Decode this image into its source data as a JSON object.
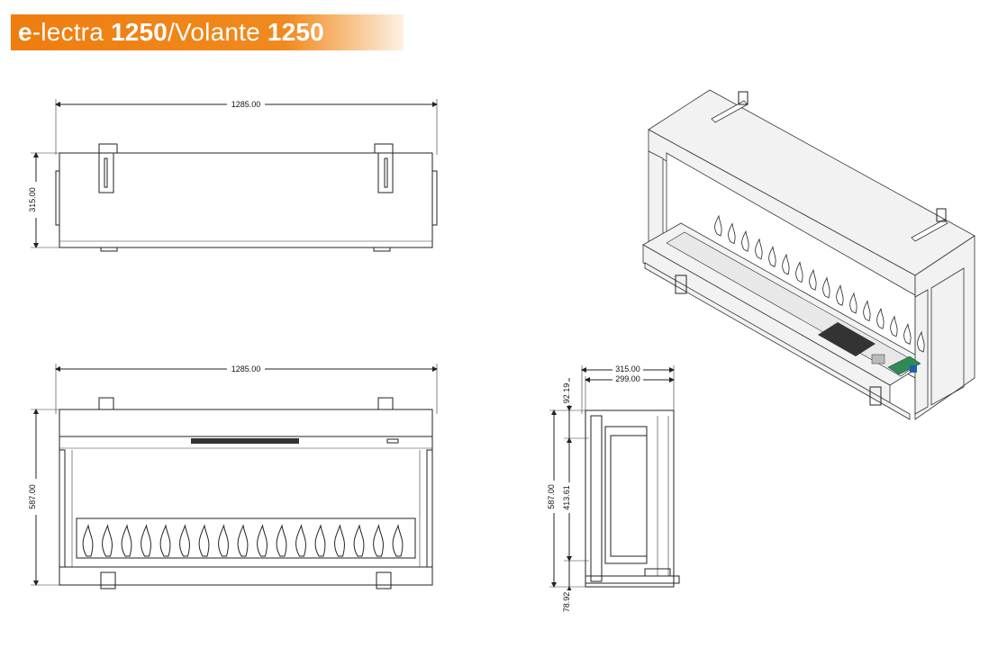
{
  "header": {
    "prefix_bold": "e",
    "prefix": "-lectra ",
    "model1": "1250",
    "separator": "/Volante ",
    "model2": "1250"
  },
  "top_view": {
    "width_label": "1285.00",
    "depth_label": "315.00"
  },
  "front_view": {
    "width_label": "1285.00",
    "height_label": "587.00"
  },
  "side_view": {
    "depth_outer_label": "315.00",
    "depth_inner_label": "299.00",
    "top_offset_label": "92.19",
    "height_label": "587.00",
    "opening_label": "413.61",
    "bottom_offset_label": "78.92"
  },
  "colors": {
    "banner": "#ef7d0f",
    "line": "#222222",
    "body_fill": "#f2f2f2",
    "board": "#2e8b57",
    "dark": "#333333"
  }
}
